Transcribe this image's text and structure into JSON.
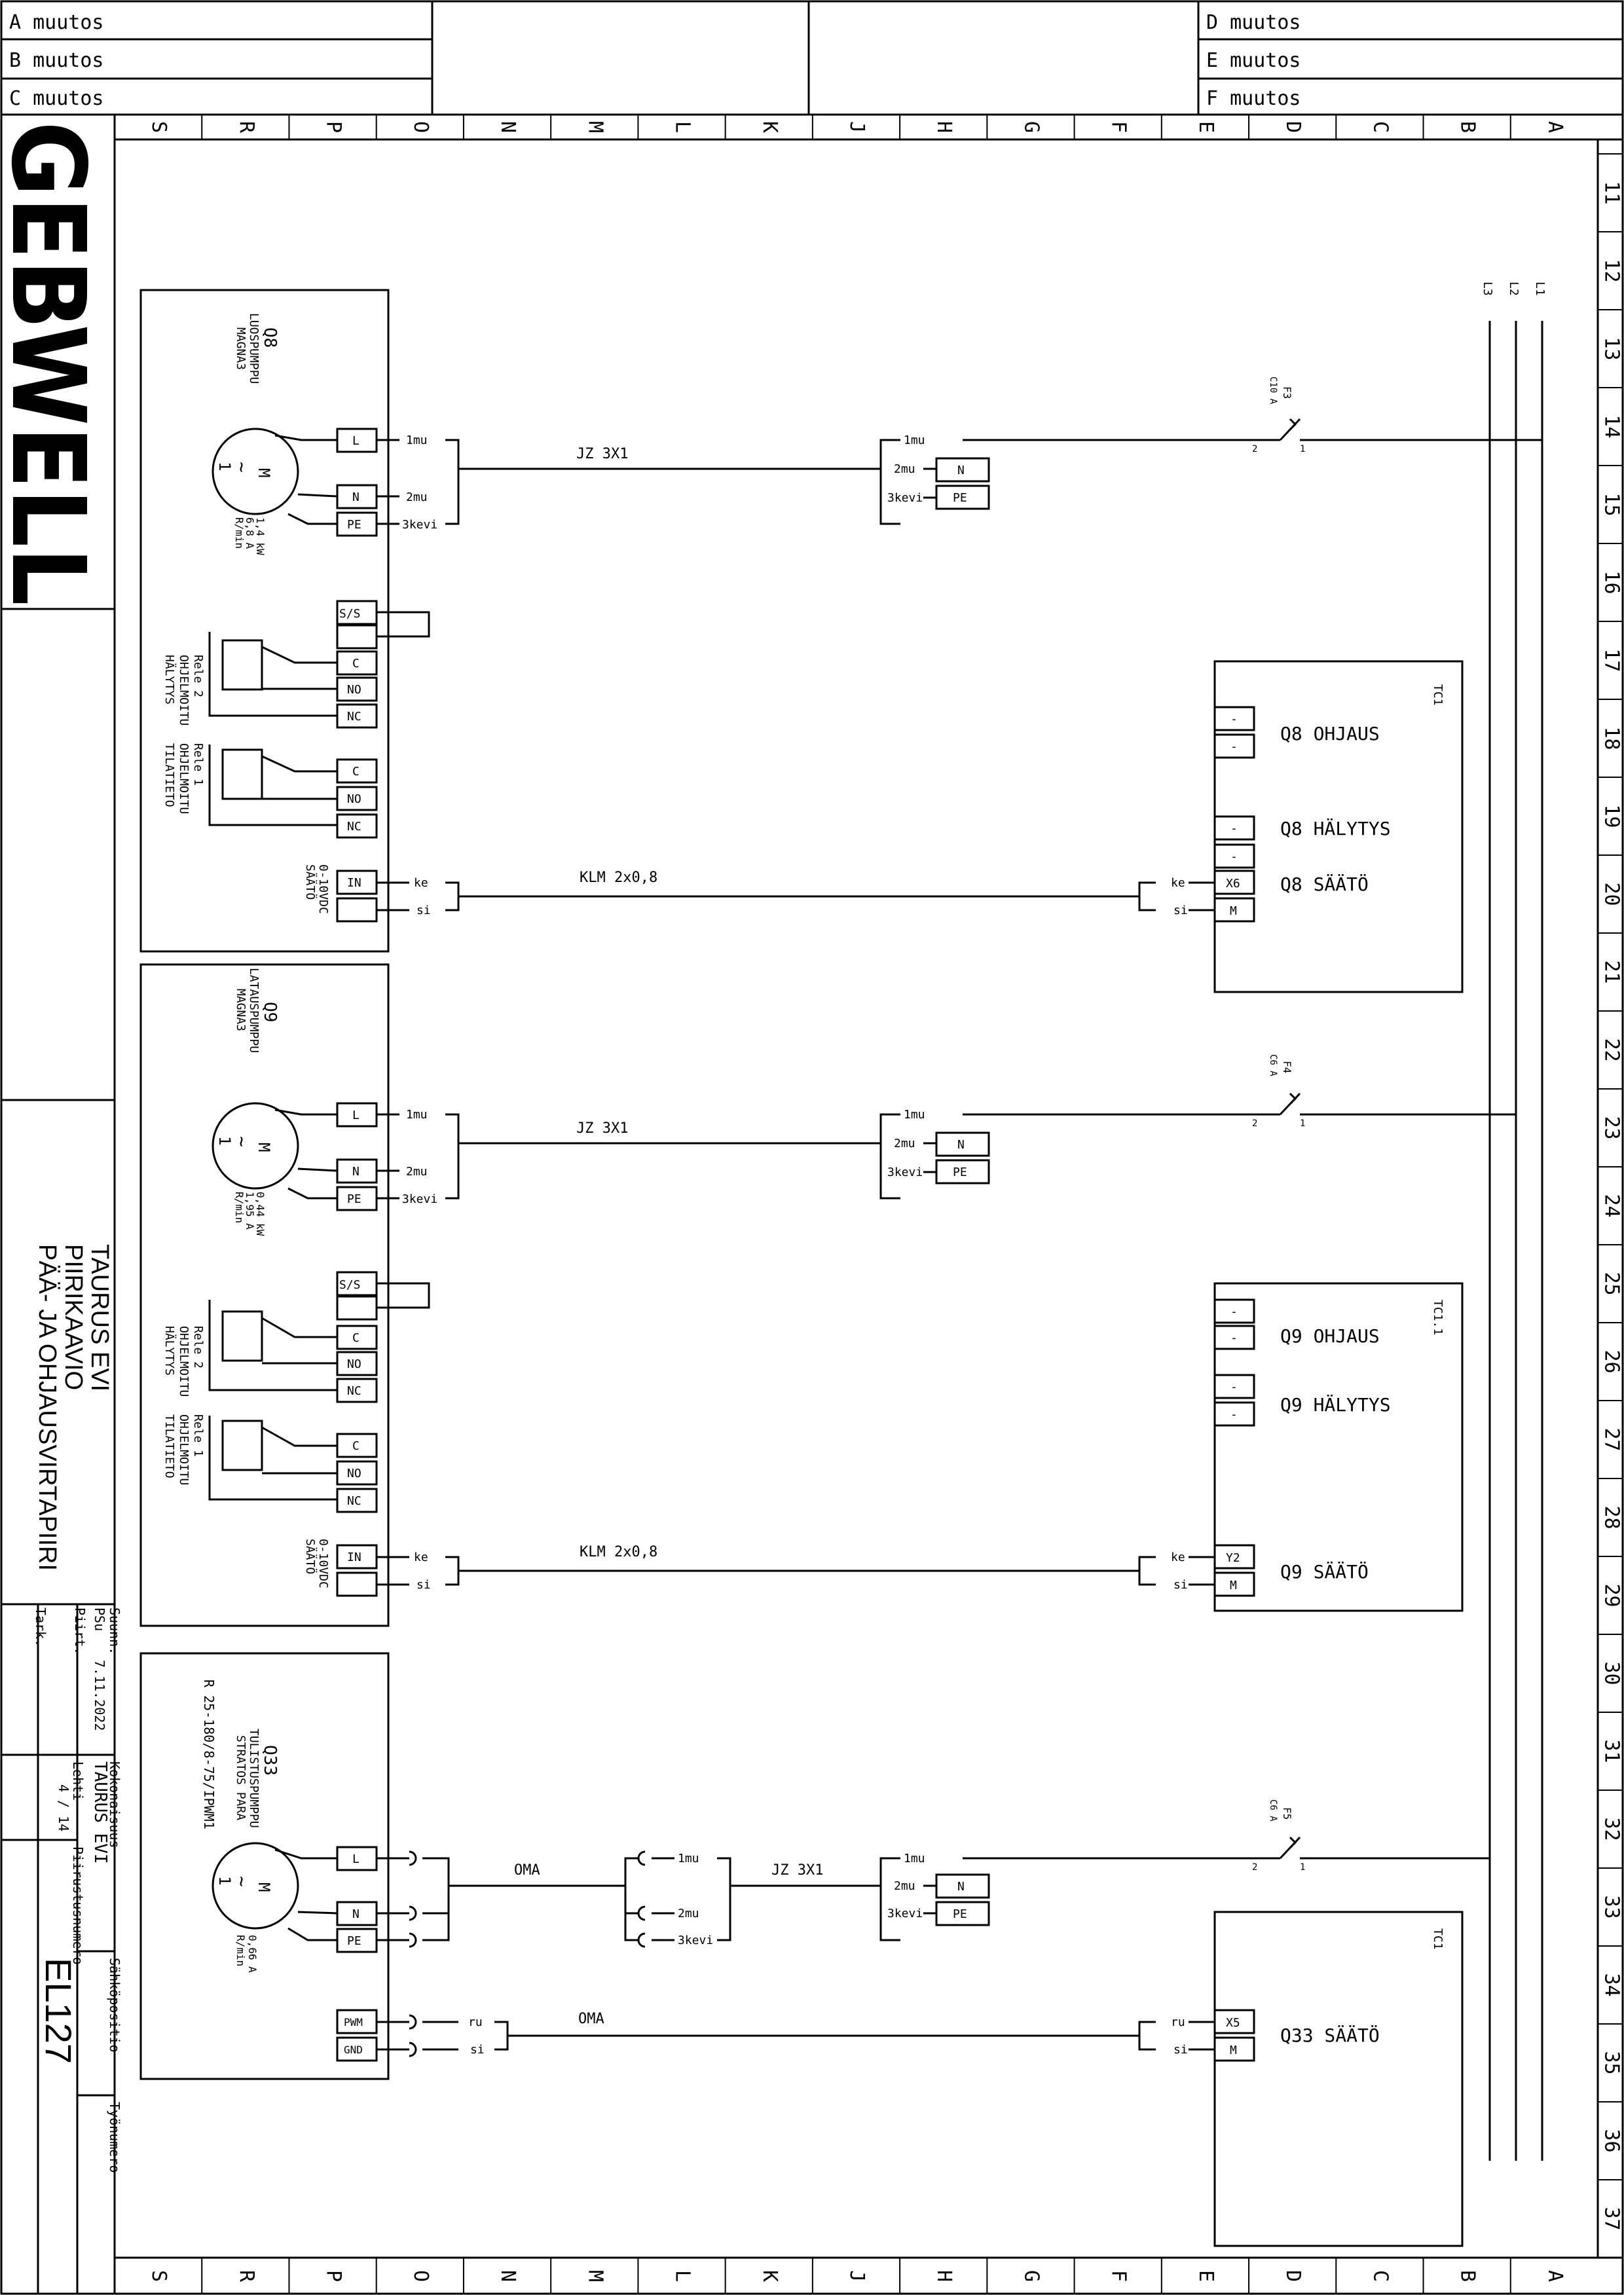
{
  "revisions": {
    "left": [
      "A muutos",
      "B muutos",
      "C muutos"
    ],
    "right": [
      "D muutos",
      "E muutos",
      "F muutos"
    ]
  },
  "columns": [
    "S",
    "R",
    "P",
    "O",
    "N",
    "M",
    "L",
    "K",
    "J",
    "H",
    "G",
    "F",
    "E",
    "D",
    "C",
    "B",
    "A"
  ],
  "rows": [
    "11",
    "12",
    "13",
    "14",
    "15",
    "16",
    "17",
    "18",
    "19",
    "20",
    "21",
    "22",
    "23",
    "24",
    "25",
    "26",
    "27",
    "28",
    "29",
    "30",
    "31",
    "32",
    "33",
    "34",
    "35",
    "36",
    "37"
  ],
  "logo": "GEBWELL",
  "title": {
    "line1": "TAURUS EVI",
    "line2": "PIIRIKAAVIO",
    "line3": "PÄÄ- JA OHJAUSVIRTAPIIRI"
  },
  "title_block": {
    "suunn_label": "Suunn.",
    "suunn_value": "PSu",
    "piirt_label": "Piirt.",
    "date": "7.11.2022",
    "tark_label": "Tark.",
    "kokonaisuus_label": "Kokonaisuus",
    "kokonaisuus_value": "TAURUS EVI",
    "lehti_label": "Lehti",
    "lehti_value": "4 / 14",
    "piirustusnumero_label": "Piirustusnumero",
    "piirustusnumero_value": "EL127",
    "sahkopositio_label": "Sähköpositio",
    "tyonumero_label": "Työnumero"
  },
  "bus": [
    "L1",
    "L2",
    "L3"
  ],
  "circuits": [
    {
      "id": "q8",
      "name": "Q8",
      "desc1": "LUOSPUMPPU",
      "desc2": "MAGNA3",
      "motor_rating": [
        "1,4 kW",
        "6,8 A",
        "R/min"
      ],
      "terminals": [
        "L",
        "N",
        "PE"
      ],
      "relays": [
        {
          "label": "Rele 2",
          "desc1": "OHJELMOITU",
          "desc2": "HÄLYTYS"
        },
        {
          "label": "Rele 1",
          "desc1": "OHJELMOITU",
          "desc2": "TILATIETO"
        }
      ],
      "ss_label": "S/S",
      "relay_terms": [
        "C",
        "NO",
        "NC"
      ],
      "control_signal": [
        "0-10VDC",
        "SÄÄTÖ"
      ],
      "control_terms": [
        "IN"
      ],
      "wire_labels": [
        "1mu",
        "2mu",
        "3kevi"
      ],
      "cable": "JZ 3X1",
      "sig_cable": "KLM 2x0,8",
      "sig_wires": [
        "ke",
        "si"
      ],
      "fuse": "F3",
      "fuse_rating": "C10 A",
      "supply_terms": [
        "N",
        "PE"
      ],
      "controller": "TC1",
      "ctrl_terms": [
        "X6",
        "M"
      ],
      "outputs": [
        "Q8 OHJAUS",
        "Q8 HÄLYTYS",
        "Q8 SÄÄTÖ"
      ]
    },
    {
      "id": "q9",
      "name": "Q9",
      "desc1": "LATAUSPUMPPU",
      "desc2": "MAGNA3",
      "motor_rating": [
        "0,44 kW",
        "1,95 A",
        "R/min"
      ],
      "terminals": [
        "L",
        "N",
        "PE"
      ],
      "relays": [
        {
          "label": "Rele 2",
          "desc1": "OHJELMOITU",
          "desc2": "HÄLYTYS"
        },
        {
          "label": "Rele 1",
          "desc1": "OHJELMOITU",
          "desc2": "TILATIETO"
        }
      ],
      "ss_label": "S/S",
      "relay_terms": [
        "C",
        "NO",
        "NC"
      ],
      "control_signal": [
        "0-10VDC",
        "SÄÄTÖ"
      ],
      "control_terms": [
        "IN"
      ],
      "wire_labels": [
        "1mu",
        "2mu",
        "3kevi"
      ],
      "cable": "JZ 3X1",
      "sig_cable": "KLM 2x0,8",
      "sig_wires": [
        "ke",
        "si"
      ],
      "fuse": "F4",
      "fuse_rating": "C6 A",
      "supply_terms": [
        "N",
        "PE"
      ],
      "controller": "TC1.1",
      "ctrl_terms": [
        "Y2",
        "M"
      ],
      "outputs": [
        "Q9 OHJAUS",
        "Q9 HÄLYTYS",
        "Q9 SÄÄTÖ"
      ]
    },
    {
      "id": "q33",
      "name": "Q33",
      "desc1": "TULISTUSPUMPPU",
      "desc2": "STRATOS PARA",
      "desc3": "R 25-180/8-75/IPWM1",
      "motor_rating": [
        "0,66 A",
        "R/min"
      ],
      "terminals": [
        "L",
        "N",
        "PE"
      ],
      "signal_terms": [
        "PWM",
        "GND"
      ],
      "wire_labels": [
        "1mu",
        "2mu",
        "3kevi"
      ],
      "own_label": "OMA",
      "cable": "JZ 3X1",
      "sig_wires": [
        "ru",
        "si"
      ],
      "fuse": "F5",
      "fuse_rating": "C6 A",
      "supply_terms": [
        "N",
        "PE"
      ],
      "controller": "TC1",
      "ctrl_terms": [
        "X5",
        "M"
      ],
      "outputs": [
        "Q33 SÄÄTÖ"
      ]
    }
  ]
}
